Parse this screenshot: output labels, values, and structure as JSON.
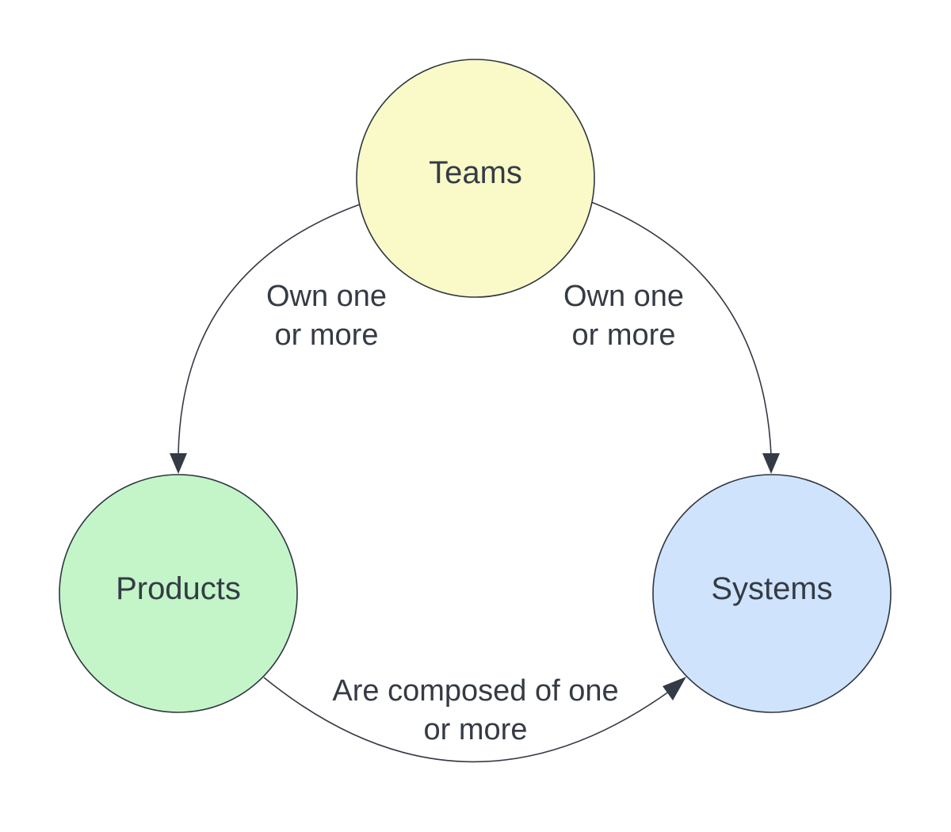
{
  "nodes": {
    "teams": {
      "label": "Teams",
      "fill": "#fafac8"
    },
    "products": {
      "label": "Products",
      "fill": "#c3f5c8"
    },
    "systems": {
      "label": "Systems",
      "fill": "#cfe3fc"
    }
  },
  "edges": {
    "teams_to_products": {
      "line1": "Own one",
      "line2": "or more"
    },
    "teams_to_systems": {
      "line1": "Own one",
      "line2": "or more"
    },
    "products_to_systems": {
      "line1": "Are composed of one",
      "line2": "or more"
    }
  },
  "colors": {
    "stroke": "#353b45",
    "text": "#353b45"
  }
}
